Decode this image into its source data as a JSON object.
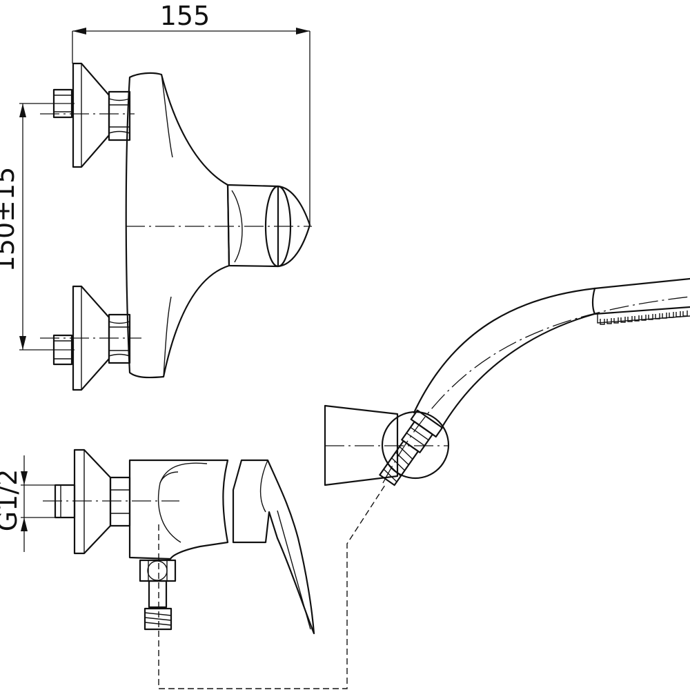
{
  "drawing": {
    "dimensions": {
      "width_label": "155",
      "spacing_label": "150±15",
      "thread_label": "G1/2"
    }
  }
}
